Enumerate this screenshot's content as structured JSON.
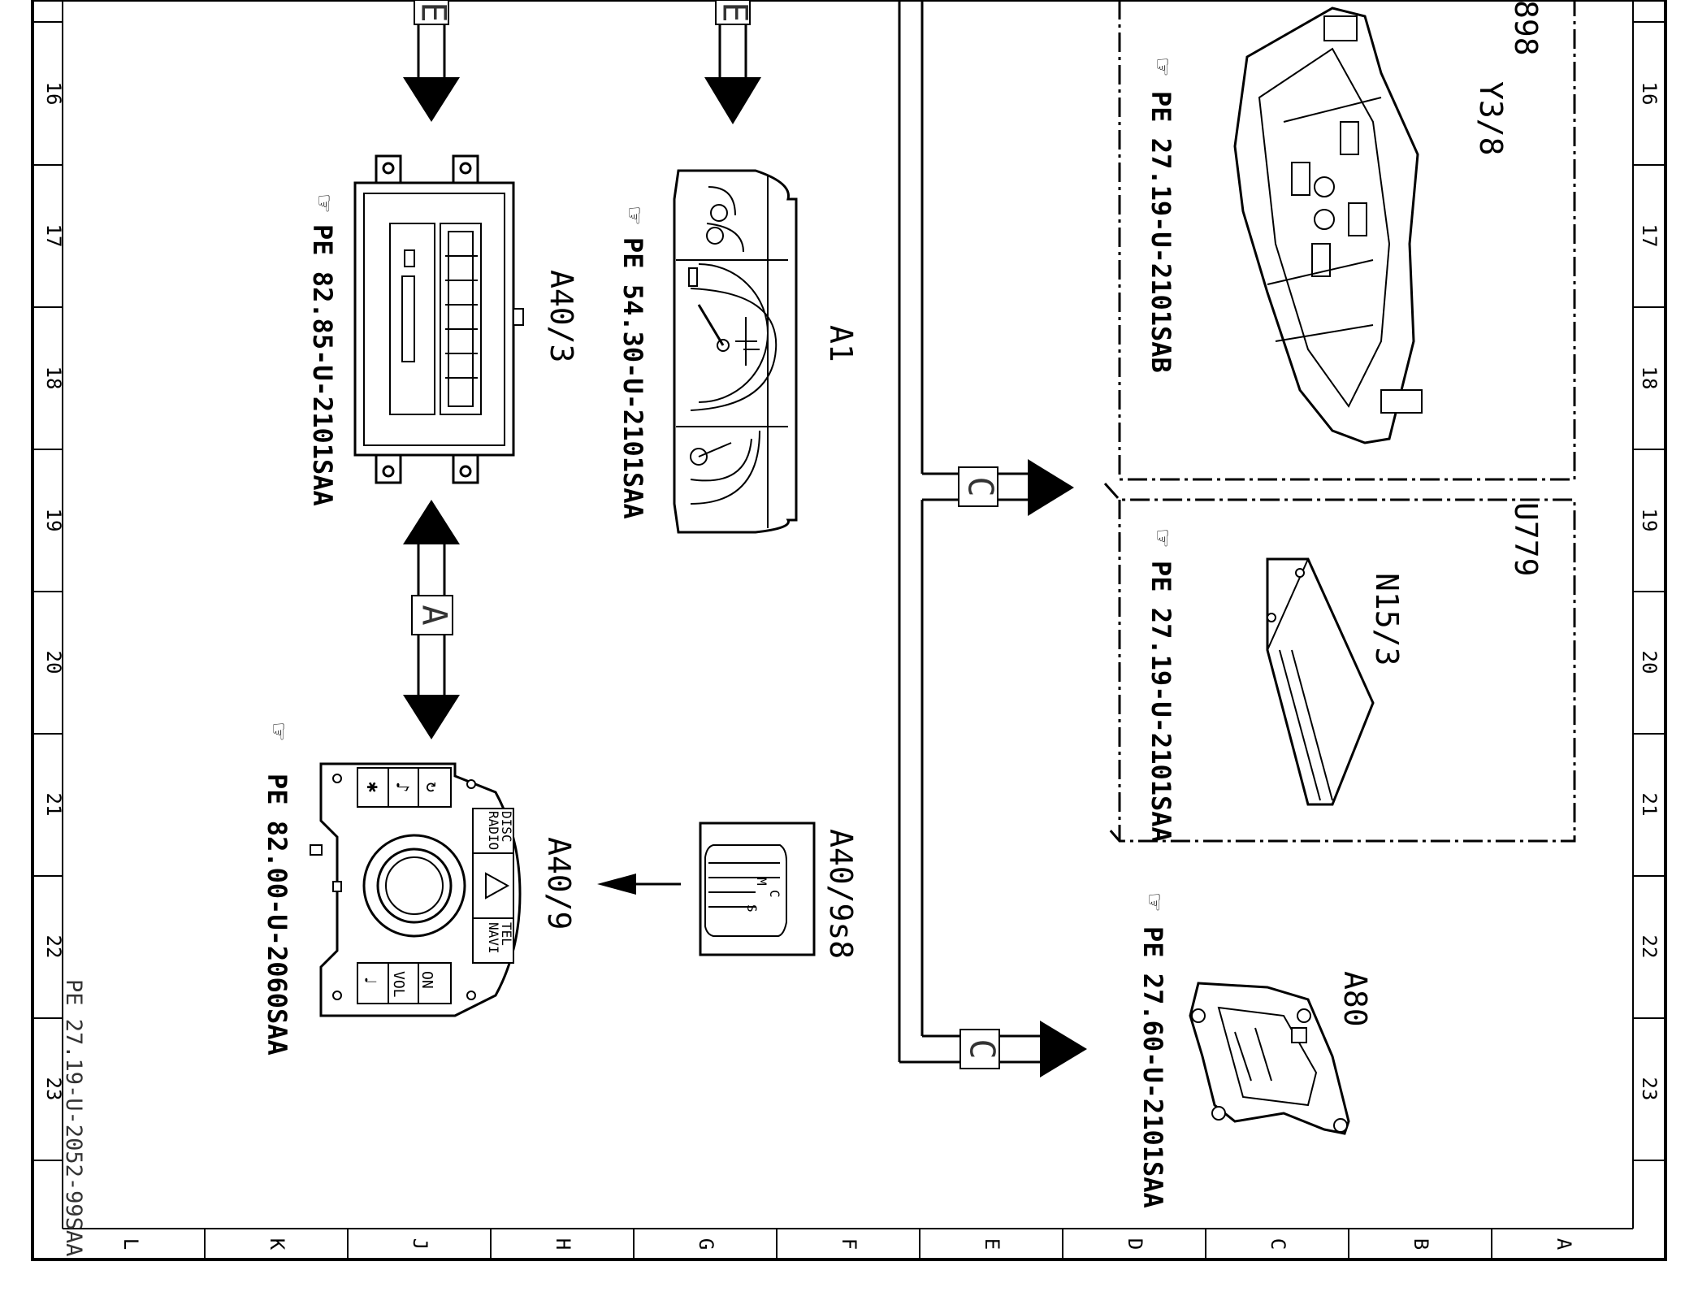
{
  "diagram": {
    "doc_ref": "PE 27.19-U-2052-99SAA",
    "grid_numbers": [
      "16",
      "17",
      "18",
      "19",
      "20",
      "21",
      "22",
      "23"
    ],
    "grid_letters": [
      "L",
      "K",
      "J",
      "H",
      "G",
      "F",
      "E",
      "D",
      "C",
      "B",
      "A"
    ],
    "components": {
      "a40_3": {
        "label": "A40/3",
        "ref": "PE 82.85-U-2101SAA"
      },
      "a1": {
        "label": "A1",
        "ref": "PE 54.30-U-2101SAA"
      },
      "a40_9": {
        "label": "A40/9",
        "ref": "PE 82.00-U-2060SAA",
        "buttons": {
          "disc": "DISC",
          "radio": "RADIO",
          "tel": "TEL",
          "navi": "NAVI",
          "on": "ON",
          "vol": "VOL"
        }
      },
      "a40_9s8": {
        "label": "A40/9s8",
        "btn_c": "C",
        "btn_m": "M",
        "btn_s": "S"
      },
      "y3_8": {
        "label": "Y3/8",
        "ref": "PE 27.19-U-2101SAB"
      },
      "n15_3": {
        "label": "N15/3",
        "ref": "PE 27.19-U-2101SAA"
      },
      "a80": {
        "label": "A80",
        "ref": "PE 27.60-U-2101SAA"
      }
    },
    "group_labels": {
      "top_group": "898",
      "u779": "U779"
    },
    "connectors": {
      "e": "E",
      "a": "A",
      "c": "C"
    }
  }
}
